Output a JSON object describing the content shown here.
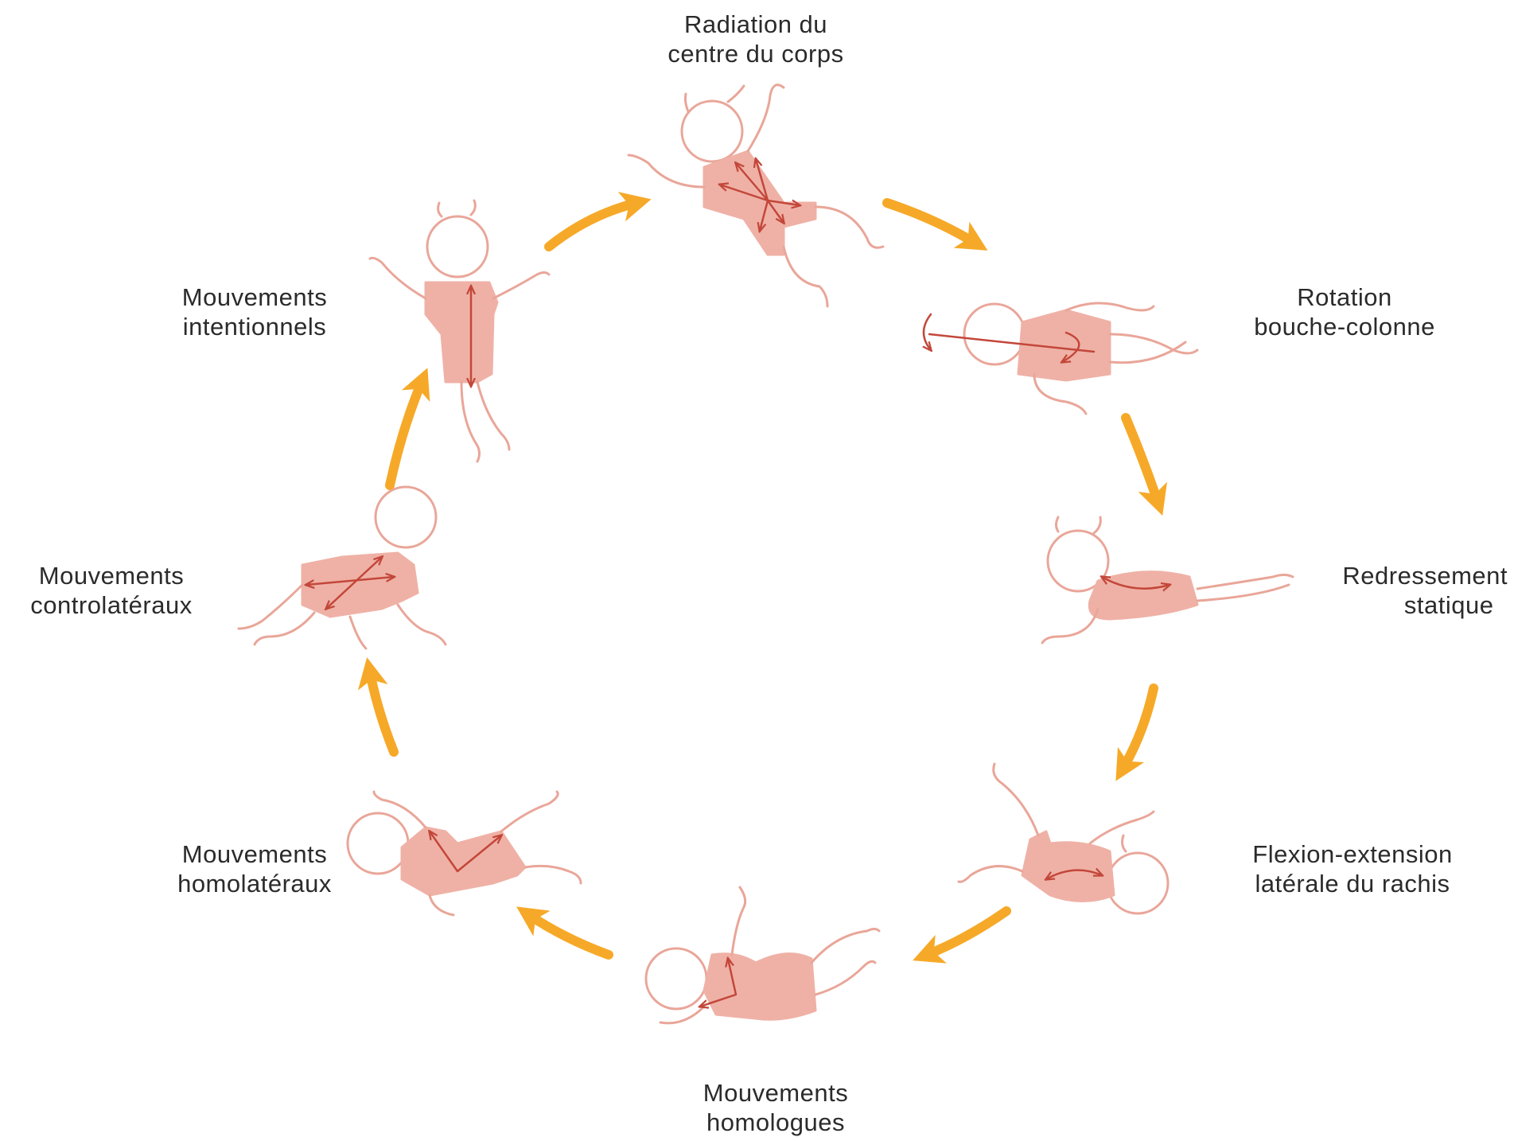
{
  "colors": {
    "cycle_arrow": "#f6a928",
    "cycle_arrow_edge": "#f9cf85",
    "baby_outline": "#e9a699",
    "torso_fill": "#efb1a6",
    "movement_arrow": "#c3473a",
    "text": "#2b2b2b"
  },
  "stages": [
    {
      "id": "radiation",
      "line1": "Radiation du",
      "line2": "centre du corps"
    },
    {
      "id": "rotation",
      "line1": "Rotation",
      "line2": "bouche-colonne"
    },
    {
      "id": "redressement",
      "line1": "Redressement",
      "line2": "statique"
    },
    {
      "id": "flexion",
      "line1": "Flexion-extension",
      "line2": "latérale du rachis"
    },
    {
      "id": "homologues",
      "line1": "Mouvements",
      "line2": "homologues"
    },
    {
      "id": "homolateraux",
      "line1": "Mouvements",
      "line2": "homolatéraux"
    },
    {
      "id": "controlateraux",
      "line1": "Mouvements",
      "line2": "controlatéraux"
    },
    {
      "id": "intentionnels",
      "line1": "Mouvements",
      "line2": "intentionnels"
    }
  ]
}
